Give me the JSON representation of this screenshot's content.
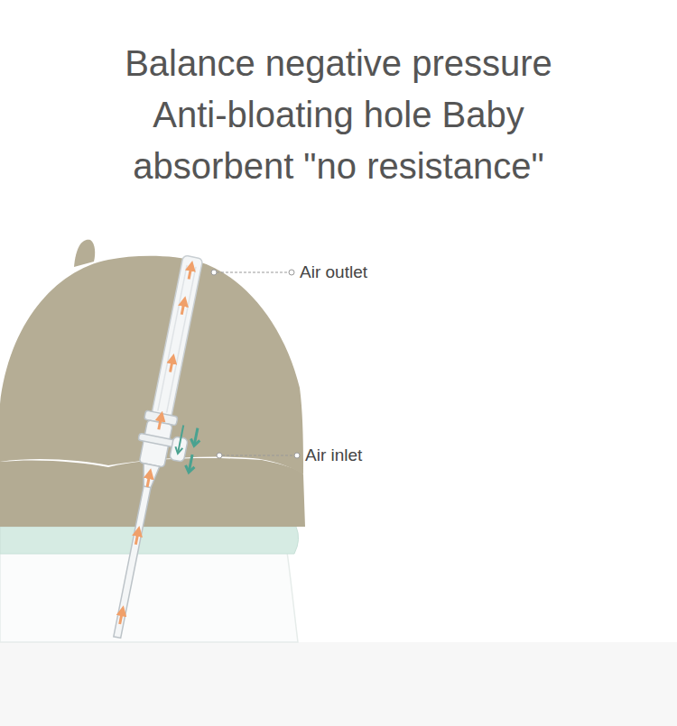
{
  "diagram": {
    "title": "Balance negative pressure Anti-bloating hole Baby absorbent \"no resistance\"",
    "labels": [
      "Air outlet",
      "Air inlet"
    ]
  }
}
